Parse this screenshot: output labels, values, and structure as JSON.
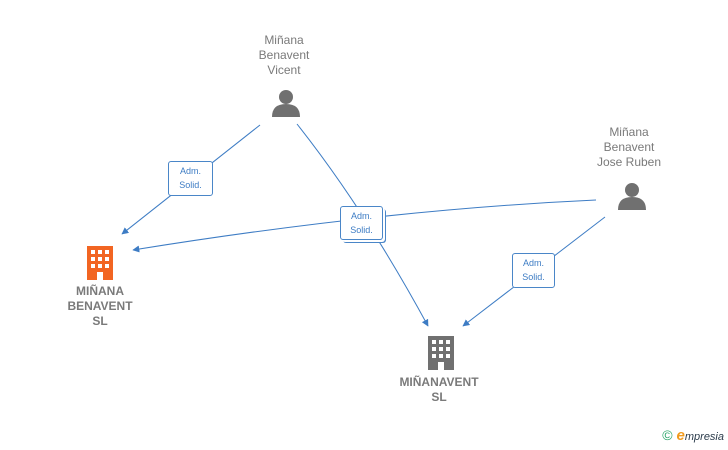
{
  "nodes": {
    "vicent": {
      "lines": [
        "Miñana",
        "Benavent",
        "Vicent"
      ]
    },
    "jose": {
      "lines": [
        "Miñana",
        "Benavent",
        "Jose Ruben"
      ]
    },
    "company1": {
      "lines": [
        "MIÑANA",
        "BENAVENT",
        "SL"
      ],
      "color": "#f26522"
    },
    "company2": {
      "lines": [
        "MIÑANAVENT",
        "SL"
      ],
      "color": "#707070"
    }
  },
  "edge_labels": {
    "e1": [
      "Adm.",
      "Solid."
    ],
    "e2": [
      "Adm.",
      "Solid."
    ],
    "e3": [
      "Adm.",
      "Solid."
    ]
  },
  "colors": {
    "edge": "#3d7cc4",
    "person_icon": "#707070",
    "label_text": "#7a7a7a"
  },
  "watermark": {
    "copyright": "©",
    "brand_initial": "e",
    "brand_rest": "mpresia"
  }
}
